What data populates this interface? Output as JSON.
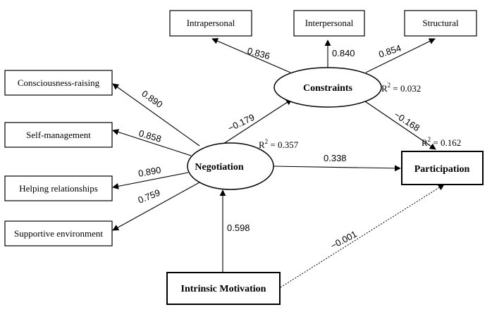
{
  "nodes": {
    "intrapersonal": "Intrapersonal",
    "interpersonal": "Interpersonal",
    "structural": "Structural",
    "constraints": "Constraints",
    "consciousness_raising": "Consciousness-raising",
    "self_management": "Self-management",
    "helping_relationships": "Helping relationships",
    "supportive_environment": "Supportive environment",
    "negotiation": "Negotiation",
    "participation": "Participation",
    "intrinsic_motivation": "Intrinsic Motivation"
  },
  "paths": {
    "constraints_intrapersonal": "0.836",
    "constraints_interpersonal": "0.840",
    "constraints_structural": "0.854",
    "negotiation_consciousness": "0.890",
    "negotiation_selfmanagement": "0.858",
    "negotiation_helping": "0.890",
    "negotiation_supportive": "0.759",
    "negotiation_constraints": "−0.179",
    "constraints_participation": "−0.168",
    "negotiation_participation": "0.338",
    "motivation_negotiation": "0.598",
    "motivation_participation": "−0.001"
  },
  "r_squared": {
    "prefix": "R",
    "superscript": "2",
    "constraints": " = 0.032",
    "negotiation": " = 0.357",
    "participation": " = 0.162"
  }
}
